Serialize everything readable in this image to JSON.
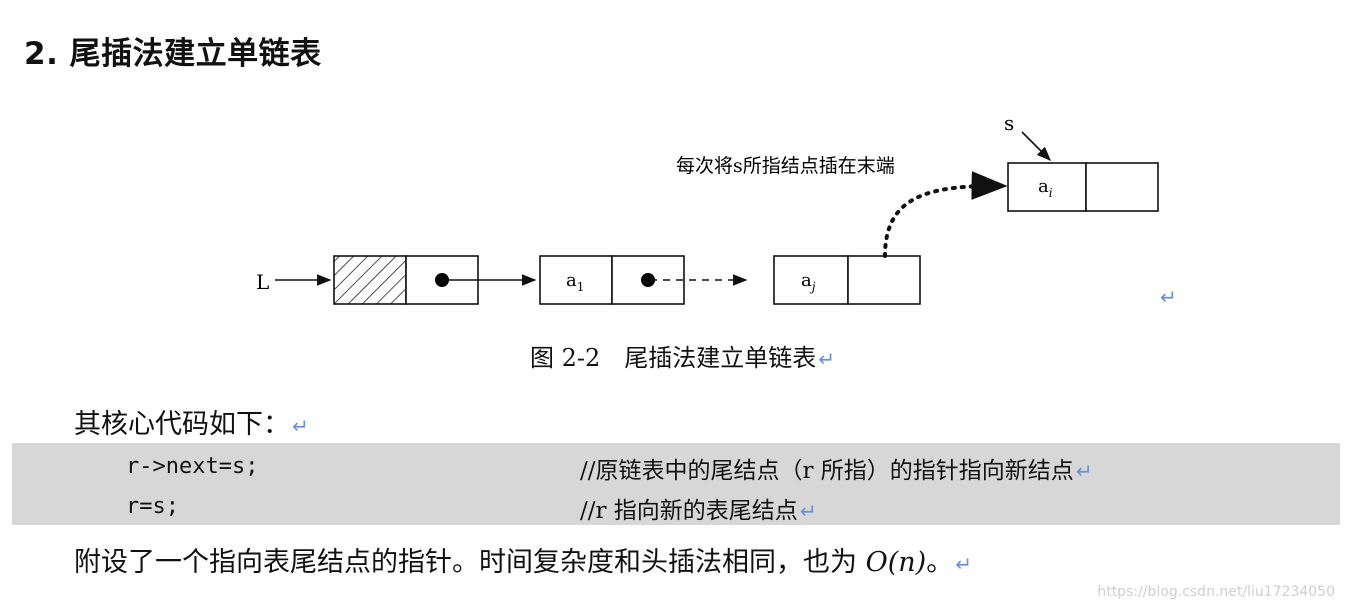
{
  "title": "2. 尾插法建立单链表",
  "figure": {
    "head_pointer_label": "L",
    "s_pointer_label": "s",
    "note": "每次将s所指结点插在末端",
    "nodes": [
      {
        "id": "head",
        "data": ""
      },
      {
        "id": "n1",
        "data": "a",
        "sub": "1"
      },
      {
        "id": "nj",
        "data": "a",
        "sub": "j"
      },
      {
        "id": "ni",
        "data": "a",
        "sub": "i"
      }
    ],
    "caption": "图 2-2　尾插法建立单链表"
  },
  "intro": "其核心代码如下：",
  "code": [
    {
      "code": "r->next=s;",
      "comment": "//原链表中的尾结点（r 所指）的指针指向新结点"
    },
    {
      "code": "r=s;",
      "comment": "//r 指向新的表尾结点"
    }
  ],
  "summary_pre": "附设了一个指向表尾结点的指针。时间复杂度和头插法相同，也为 ",
  "summary_math": "O(n)",
  "summary_post": "。",
  "return_mark": "↵",
  "watermark": "https://blog.csdn.net/liu17234050"
}
